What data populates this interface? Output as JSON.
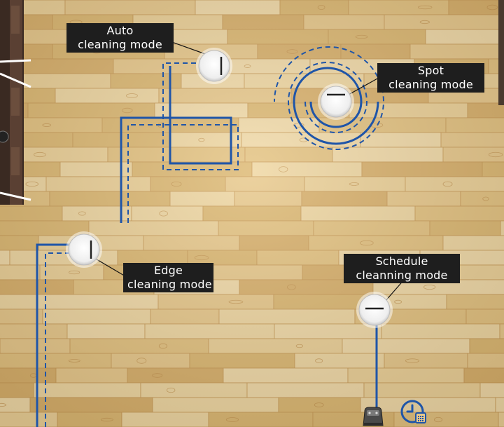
{
  "labels": {
    "auto": {
      "line1": "Auto",
      "line2": "cleaning mode"
    },
    "spot": {
      "line1": "Spot",
      "line2": "cleaning mode"
    },
    "edge": {
      "line1": "Edge",
      "line2": "cleaning mode"
    },
    "schedule": {
      "line1": "Schedule",
      "line2": "cleanning mode"
    }
  },
  "colors": {
    "path": "#1f55a8",
    "label_bg": "#1e1e1e",
    "label_text": "#ffffff",
    "wood_light": "#e9c98b",
    "wood_dark": "#c99a55",
    "robot_body": "#f6f6f6"
  },
  "icons": [
    "robot-vacuum-icon",
    "charging-dock-icon",
    "clock-calendar-icon",
    "shelf-furniture"
  ]
}
